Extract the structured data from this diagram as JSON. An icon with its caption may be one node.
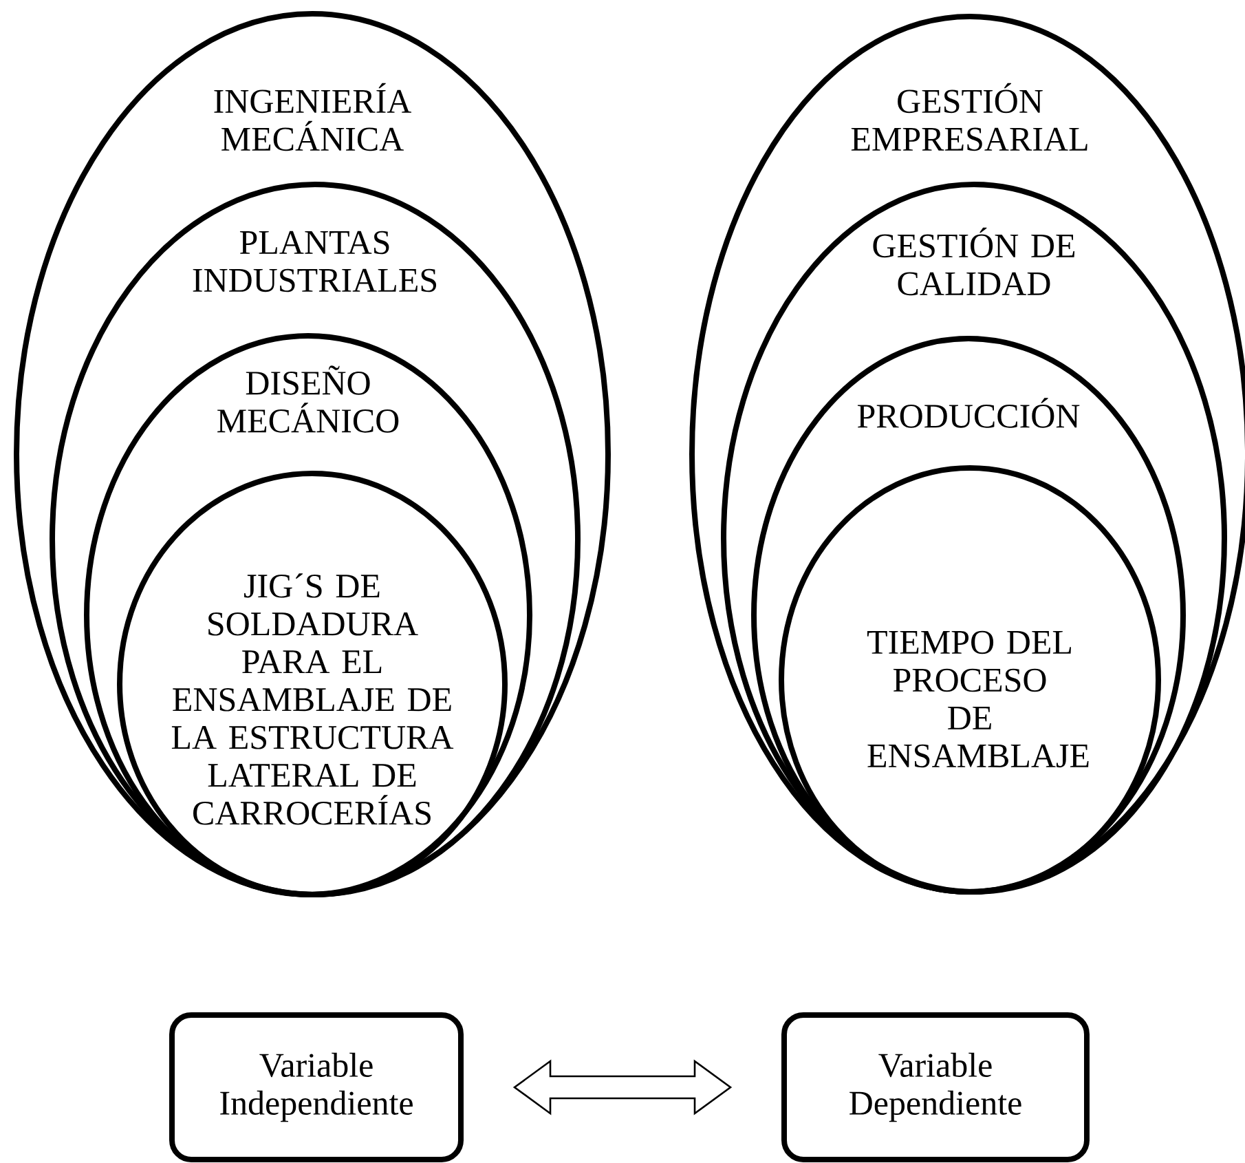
{
  "diagram": {
    "nodes": [
      {
        "text": [
          "INGENIERÍA MECÁNICA"
        ]
      },
      {
        "text": [
          "PLANTAS INDUSTRIALES"
        ],
        "in": 0
      },
      {
        "text": [
          "DISEÑO MECÁNICO"
        ],
        "in": 1
      },
      {
        "text": [
          "JIG´S DE SOLDADURA PARA EL ENSAMBLAJE DE LA ESTRUCTURA LATERAL DE CARROCERÍAS"
        ],
        "in": 2
      },
      {
        "text": [
          "GESTIÓN EMPRESARIAL"
        ]
      },
      {
        "text": [
          "GESTIÓN DE CALIDAD"
        ],
        "in": 4
      },
      {
        "text": [
          "PRODUCCIÓN"
        ],
        "in": 5
      },
      {
        "text": [
          "TIEMPO DEL PROCESO DE ENSAMBLAJE"
        ],
        "in": 6
      },
      {
        "text": [
          "Variable Independiente"
        ]
      },
      {
        "text": [
          "Variable Dependiente"
        ]
      }
    ],
    "edges": [
      {
        "from": 8,
        "to": 9,
        "arrow": "both"
      }
    ]
  }
}
